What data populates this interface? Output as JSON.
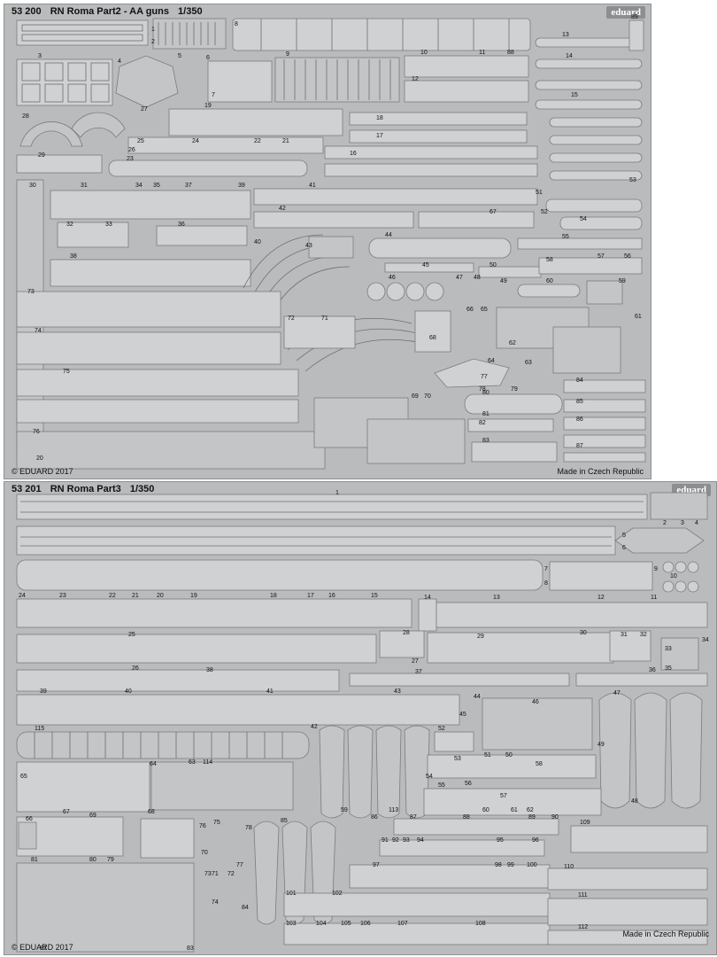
{
  "top_fret": {
    "code": "53 200",
    "name": "RN Roma Part2 - AA guns",
    "scale": "1/350",
    "brand": "eduard",
    "copyright": "© EDUARD 2017",
    "origin": "Made in Czech Republic"
  },
  "bottom_fret": {
    "code": "53 201",
    "name": "RN Roma Part3",
    "scale": "1/350",
    "brand": "eduard",
    "copyright": "© EDUARD 2017",
    "origin": "Made in Czech Republic"
  },
  "top_numbers": [
    "1",
    "2",
    "3",
    "4",
    "5",
    "6",
    "7",
    "8",
    "9",
    "10",
    "11",
    "12",
    "13",
    "14",
    "15",
    "16",
    "17",
    "18",
    "19",
    "20",
    "21",
    "22",
    "23",
    "24",
    "25",
    "26",
    "27",
    "28",
    "29",
    "30",
    "31",
    "32",
    "33",
    "34",
    "35",
    "36",
    "37",
    "38",
    "39",
    "40",
    "41",
    "42",
    "43",
    "44",
    "45",
    "46",
    "47",
    "48",
    "49",
    "50",
    "51",
    "52",
    "53",
    "54",
    "55",
    "56",
    "57",
    "58",
    "59",
    "60",
    "61",
    "62",
    "63",
    "64",
    "65",
    "66",
    "67",
    "68",
    "69",
    "70",
    "71",
    "72",
    "73",
    "74",
    "75",
    "76",
    "77",
    "78",
    "79",
    "80",
    "81",
    "82",
    "83",
    "84",
    "85",
    "86",
    "87",
    "88",
    "89"
  ],
  "bottom_numbers": [
    "1",
    "2",
    "3",
    "4",
    "5",
    "6",
    "7",
    "8",
    "9",
    "10",
    "11",
    "12",
    "13",
    "14",
    "15",
    "16",
    "17",
    "18",
    "19",
    "20",
    "21",
    "22",
    "23",
    "24",
    "25",
    "26",
    "27",
    "28",
    "29",
    "30",
    "31",
    "32",
    "33",
    "34",
    "35",
    "36",
    "37",
    "38",
    "39",
    "40",
    "41",
    "42",
    "43",
    "44",
    "45",
    "46",
    "47",
    "48",
    "49",
    "50",
    "51",
    "52",
    "53",
    "54",
    "55",
    "56",
    "57",
    "58",
    "59",
    "60",
    "61",
    "62",
    "63",
    "64",
    "65",
    "66",
    "67",
    "68",
    "69",
    "70",
    "71",
    "72",
    "73",
    "74",
    "75",
    "76",
    "77",
    "78",
    "79",
    "80",
    "81",
    "82",
    "83",
    "84",
    "85",
    "86",
    "87",
    "88",
    "89",
    "90",
    "91",
    "92",
    "93",
    "94",
    "95",
    "96",
    "97",
    "98",
    "99",
    "100",
    "101",
    "102",
    "103",
    "104",
    "105",
    "106",
    "107",
    "108",
    "109",
    "110",
    "111",
    "112",
    "113",
    "114",
    "115"
  ],
  "colors": {
    "fret": "#b9bbbc",
    "part": "#cfd1d2",
    "outline": "#7a7c7d",
    "brand_bg": "#8c8e8f"
  }
}
